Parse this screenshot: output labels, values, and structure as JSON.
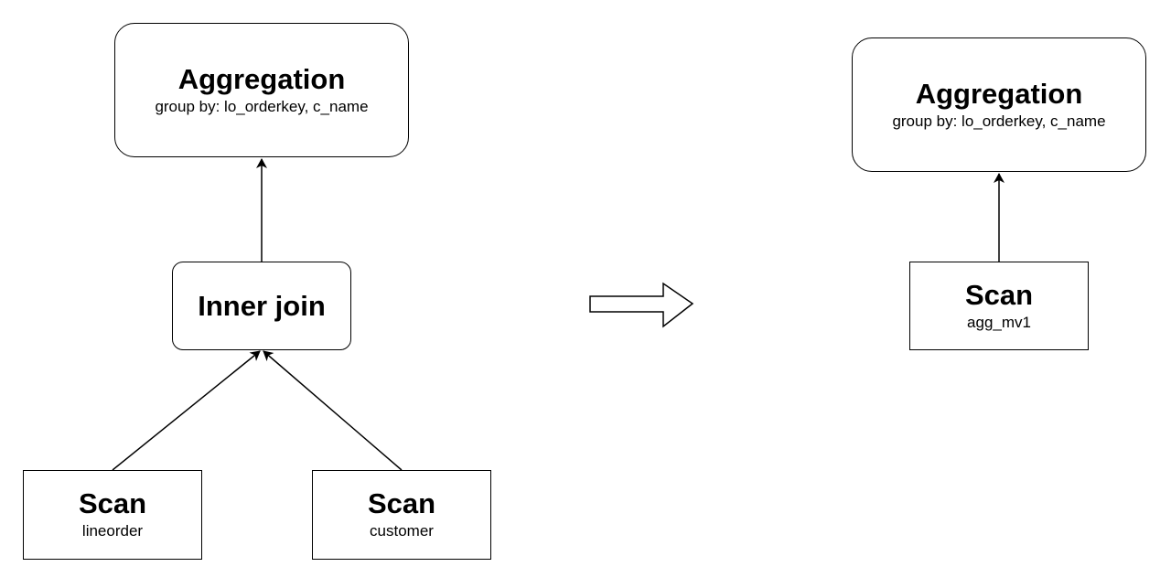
{
  "left_plan": {
    "aggregation": {
      "title": "Aggregation",
      "subtitle": "group by: lo_orderkey, c_name"
    },
    "join": {
      "title": "Inner join"
    },
    "scan_lineorder": {
      "title": "Scan",
      "subtitle": "lineorder"
    },
    "scan_customer": {
      "title": "Scan",
      "subtitle": "customer"
    }
  },
  "right_plan": {
    "aggregation": {
      "title": "Aggregation",
      "subtitle": "group by: lo_orderkey, c_name"
    },
    "scan_mv": {
      "title": "Scan",
      "subtitle": "agg_mv1"
    }
  }
}
